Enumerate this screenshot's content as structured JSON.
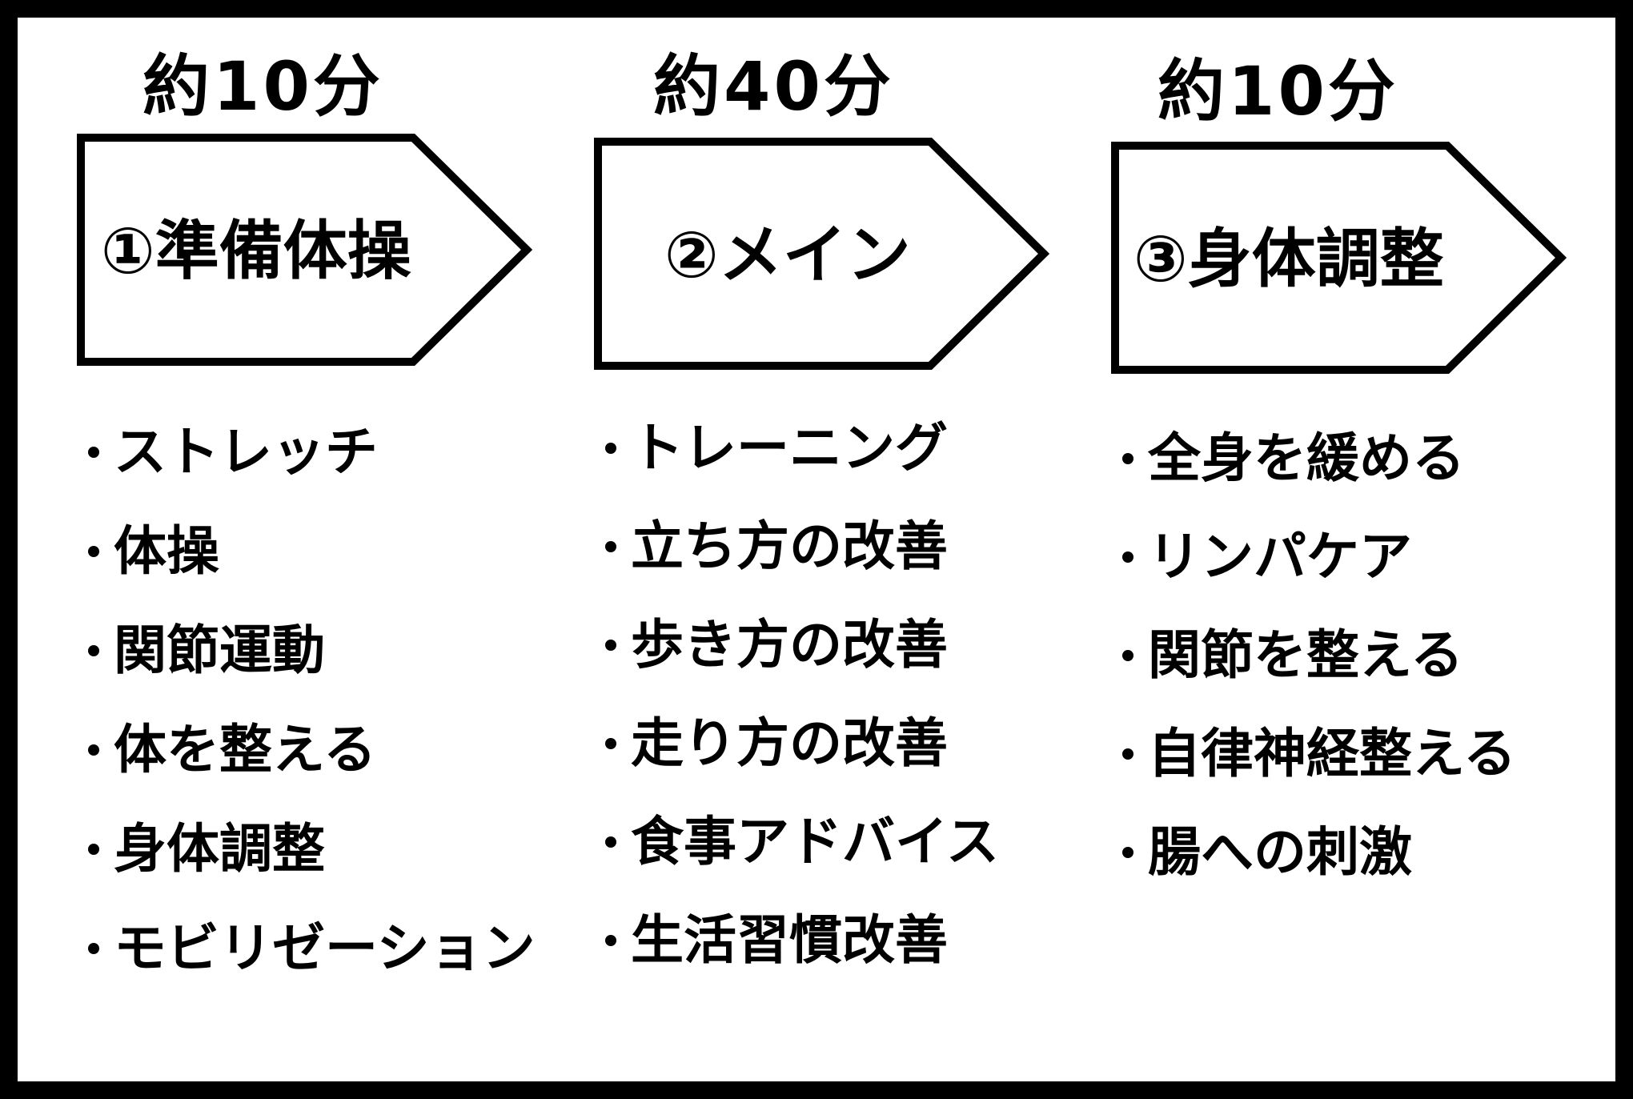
{
  "steps": [
    {
      "duration": "約10分",
      "label": "①準備体操",
      "items": [
        "ストレッチ",
        "体操",
        "関節運動",
        "体を整える",
        "身体調整",
        "モビリゼーション"
      ]
    },
    {
      "duration": "約40分",
      "label": "②メイン",
      "items": [
        "トレーニング",
        "立ち方の改善",
        "歩き方の改善",
        "走り方の改善",
        "食事アドバイス",
        "生活習慣改善"
      ]
    },
    {
      "duration": "約10分",
      "label": "③身体調整",
      "items": [
        "全身を緩める",
        "リンパケア",
        "関節を整える",
        "自律神経整える",
        "腸への刺激"
      ]
    }
  ]
}
